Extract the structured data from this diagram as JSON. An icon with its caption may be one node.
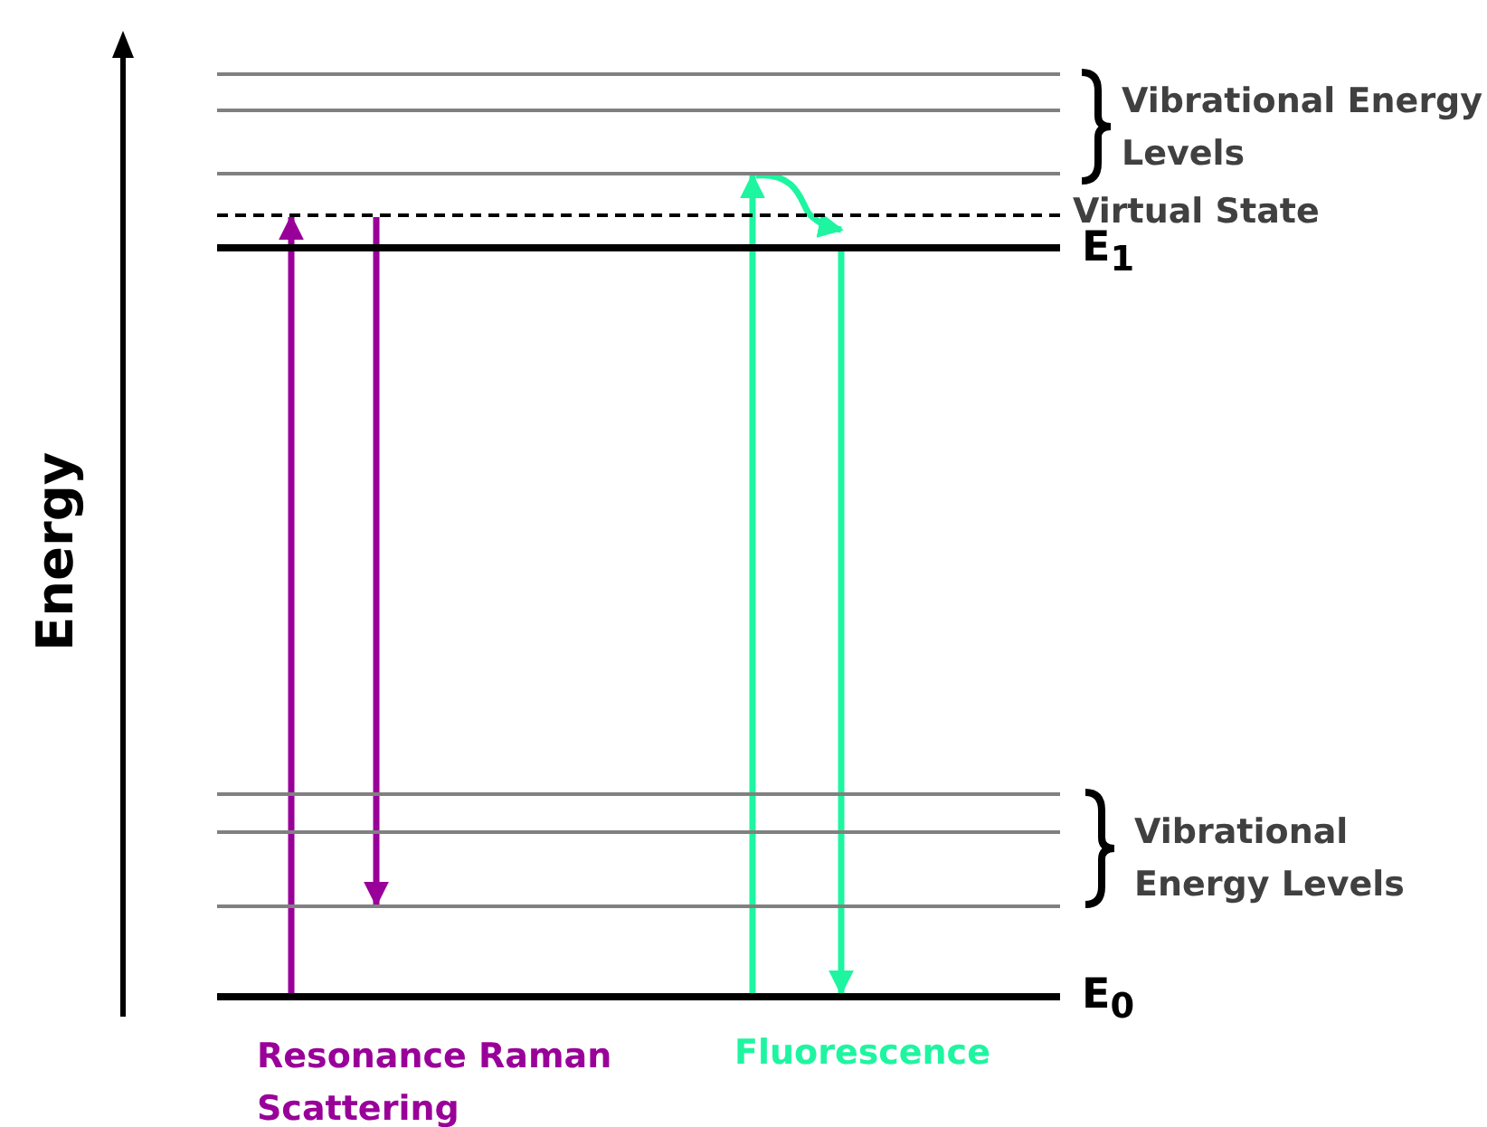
{
  "diagram": {
    "nodes": [
      {
        "text": [],
        "shape": "bar"
      },
      {
        "text": [],
        "shape": "bar"
      },
      {
        "text": [],
        "shape": "bar"
      },
      {
        "text": [],
        "shape": "bar",
        "beside": [
          "Virtual State"
        ]
      },
      {
        "text": [],
        "shape": "bar",
        "beside": [
          "E$_{1}$"
        ]
      },
      {
        "text": [],
        "shape": "bar"
      },
      {
        "text": [],
        "shape": "bar"
      },
      {
        "text": [],
        "shape": "bar"
      },
      {
        "text": [],
        "shape": "bar",
        "beside": [
          "E$_{0}$"
        ]
      }
    ],
    "edges": [
      {
        "from": 8,
        "to": 3,
        "arrow": "to",
        "color": "#990099"
      },
      {
        "from": 3,
        "to": 7,
        "arrow": "to",
        "color": "#990099"
      },
      {
        "from": 8,
        "to": 2,
        "arrow": "to",
        "color": "#1ef5a0"
      },
      {
        "from": 2,
        "to": 4,
        "arrow": "to",
        "color": "#1ef5a0"
      },
      {
        "from": 4,
        "to": 8,
        "arrow": "to",
        "color": "#1ef5a0"
      }
    ],
    "labels": [
      "Vibrational Energy Levels",
      "Energy",
      "Vibrational Energy Levels",
      "Resonance Raman Scattering",
      "Fluorescence"
    ]
  }
}
